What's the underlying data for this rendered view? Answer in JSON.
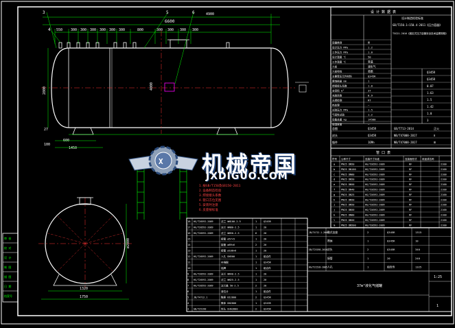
{
  "balloons": [
    "3",
    "4",
    "5",
    "6"
  ],
  "elevation": {
    "top_dims": [
      "550",
      "300",
      "300",
      "300",
      "300",
      "300",
      "300",
      "800",
      "300",
      "300",
      "300",
      "300",
      "4900"
    ],
    "total_length": "6600",
    "center_dim": "4000",
    "shell_dim": "2800",
    "left_dim": "27",
    "bottom_dims": [
      "600",
      "1450"
    ],
    "bottom_left": "100",
    "notes": [
      "1.按GB/T150及GB150-2011",
      "2.设备制造检验",
      "3.焊接接头系数",
      "4.管口方位见图",
      "5.安装时注意",
      "6.支座按标准"
    ]
  },
  "end_view": {
    "dims": [
      "1320",
      "1750"
    ],
    "side_dim": "ø2800"
  },
  "design_table": {
    "title": "设 计 数 据 表",
    "header_right": "设计制造检验标准",
    "std1": "GB/T150.1~150.4-2011《压力容器》",
    "std2": "TSG21-2016《固定式压力容器安全技术监察规程》",
    "rows": [
      {
        "label": "容器类别",
        "value": "Ⅲ"
      },
      {
        "label": "设计压力 MPa",
        "value": "1.2"
      },
      {
        "label": "工作压力 MPa",
        "value": "1.0"
      },
      {
        "label": "设计温度 ℃",
        "value": "50"
      },
      {
        "label": "工作温度 ℃",
        "value": "常温"
      },
      {
        "label": "介质",
        "value": "液化气"
      },
      {
        "label": "介质特性",
        "value": "易燃"
      },
      {
        "label": "主要受压元件材料",
        "value": "Q345R"
      },
      {
        "label": "腐蚀裕量 mm",
        "value": "1"
      },
      {
        "label": "焊接接头系数",
        "value": "1.0"
      },
      {
        "label": "全容积 m³",
        "value": "37"
      },
      {
        "label": "充装系数",
        "value": "0.9"
      },
      {
        "label": "无损检测",
        "value": "RT"
      },
      {
        "label": "热处理",
        "value": "—"
      },
      {
        "label": "试验压力 MPa",
        "value": "1.5"
      },
      {
        "label": "气密性试验",
        "value": "1.2"
      },
      {
        "label": "设备总重 kg",
        "value": "14500"
      },
      {
        "label": "保温厚度",
        "value": "—"
      }
    ],
    "right_col": [
      "Q345R",
      "Q345R",
      "0.07",
      "1.63",
      "1.5",
      "1.42",
      "1.0",
      "3"
    ],
    "bottom_rows": [
      {
        "label": "总图",
        "value": "Q345R",
        "std": "GB/T713-2014",
        "mark": "正火"
      },
      {
        "label": "封头",
        "value": "Q345R",
        "std": "NB/T47008-2017",
        "mark": "Ⅱ"
      },
      {
        "label": "锻件",
        "value": "16Mn",
        "std": "NB/T47008-2017",
        "mark": "Ⅲ"
      }
    ]
  },
  "nozzle_table": {
    "title": "管 口 表",
    "headers": [
      "符号",
      "公称尺寸",
      "连接尺寸标准",
      "连接面形式",
      "用途或名称"
    ],
    "rows": [
      {
        "sym": "a",
        "size": "PN25 DN50",
        "std": "HG/T20592-2009",
        "face": "RF",
        "use": "2100"
      },
      {
        "sym": "b",
        "size": "PN25 DN100",
        "std": "HG/T20592-2009",
        "face": "RF",
        "use": "2100"
      },
      {
        "sym": "c",
        "size": "PN25 DN80",
        "std": "HG/T20592-2009",
        "face": "RF",
        "use": "2100"
      },
      {
        "sym": "d",
        "size": "PN25 DN50",
        "std": "HG/T20592-2009",
        "face": "RF",
        "use": "2100"
      },
      {
        "sym": "e",
        "size": "PN25 DN50",
        "std": "HG/T20592-2009",
        "face": "RF",
        "use": "2100"
      },
      {
        "sym": "f",
        "size": "PN25 DN40",
        "std": "HG/T20592-2009",
        "face": "RF",
        "use": "2100"
      },
      {
        "sym": "g",
        "size": "PN25 DN25",
        "std": "HG/T20592-2009",
        "face": "RF",
        "use": "2100"
      },
      {
        "sym": "h",
        "size": "PN25 DN50",
        "std": "HG/T20592-2009",
        "face": "RF",
        "use": "2100"
      },
      {
        "sym": "i",
        "size": "PN25 DN50",
        "std": "HG/T20592-2009",
        "face": "RF",
        "use": "2100"
      },
      {
        "sym": "j",
        "size": "PN25 DN50",
        "std": "HG/T20592-2009",
        "face": "RF",
        "use": "2100"
      },
      {
        "sym": "k",
        "size": "PN25 DN80",
        "std": "HG/T20592-2009",
        "face": "RF",
        "use": "2100"
      },
      {
        "sym": "l",
        "size": "PN25 DN50",
        "std": "HG/T20592-2009",
        "face": "RF",
        "use": "2100"
      },
      {
        "sym": "m",
        "size": "PN25 DN500",
        "std": "HG/T20592-2009",
        "face": "RF",
        "use": "2100"
      }
    ]
  },
  "parts_list": {
    "rows": [
      {
        "no": "18",
        "code": "HG/T20592-2009",
        "name": "法兰 WN100-2.5",
        "qty": "1",
        "mat": "Q345R"
      },
      {
        "no": "17",
        "code": "HG/T20592-2009",
        "name": "法兰 WN80-2.5",
        "qty": "1",
        "mat": "20"
      },
      {
        "no": "16",
        "code": "HG/T20592-2009",
        "name": "法兰 WN50-2.5",
        "qty": "6",
        "mat": "20"
      },
      {
        "no": "15",
        "code": "",
        "name": "接管 ø57×5",
        "qty": "1",
        "mat": "20"
      },
      {
        "no": "14",
        "code": "",
        "name": "接管 ø89×6",
        "qty": "2",
        "mat": "20"
      },
      {
        "no": "13",
        "code": "",
        "name": "接管 ø108×6",
        "qty": "1",
        "mat": "20"
      },
      {
        "no": "12",
        "code": "HG/T20592-2009",
        "name": "人孔 DN500",
        "qty": "1",
        "mat": "组合件"
      },
      {
        "no": "11",
        "code": "",
        "name": "补强圈",
        "qty": "1",
        "mat": "Q345R"
      },
      {
        "no": "10",
        "code": "",
        "name": "铭牌",
        "qty": "1",
        "mat": "组合件"
      },
      {
        "no": "9",
        "code": "HG/T20592-2009",
        "name": "法兰 WN40-2.5",
        "qty": "1",
        "mat": "20"
      },
      {
        "no": "8",
        "code": "HG/T20592-2009",
        "name": "法兰 WN25-2.5",
        "qty": "1",
        "mat": "20"
      },
      {
        "no": "7",
        "code": "HG/T20592-2009",
        "name": "法兰盖 50-2.5",
        "qty": "2",
        "mat": "20"
      },
      {
        "no": "6",
        "code": "",
        "name": "液位计",
        "qty": "1",
        "mat": "组合件"
      },
      {
        "no": "5",
        "code": "JB/T4712.1",
        "name": "鞍座 BI2800",
        "qty": "2",
        "mat": "Q345R"
      },
      {
        "no": "4",
        "code": "",
        "name": "筒体 DN2800",
        "qty": "1",
        "mat": "Q345R"
      },
      {
        "no": "3",
        "code": "GB/T25198",
        "name": "封头 EHA2800",
        "qty": "2",
        "mat": "Q345R"
      }
    ]
  },
  "title_block": {
    "rows": [
      {
        "name": "鞍式支座",
        "code": "JB/T4712.1-2007",
        "qty": "2",
        "mat": "Q345R",
        "wt": "1315"
      },
      {
        "name": "筒体",
        "code": "",
        "qty": "1",
        "mat": "Q345R",
        "wt": "10"
      },
      {
        "name": "封头",
        "code": "GB/T25198-2010",
        "qty": "2",
        "mat": "Q345R",
        "wt": "340"
      },
      {
        "name": "接管",
        "code": "",
        "qty": "1",
        "mat": "20",
        "wt": "240"
      },
      {
        "name": "人孔",
        "code": "HG/T21518-2005",
        "qty": "1",
        "mat": "组合件",
        "wt": "1325"
      }
    ],
    "drawing_title": "37m³液化气储罐",
    "scale": "1:25",
    "sheet": "1"
  },
  "left_block": [
    "审 核",
    "校 对",
    "设 计",
    "制 图",
    "描 图",
    "日 期",
    "档案号"
  ],
  "watermark": {
    "cn": "机械帝国",
    "en": "JXDIGUO.COM"
  }
}
